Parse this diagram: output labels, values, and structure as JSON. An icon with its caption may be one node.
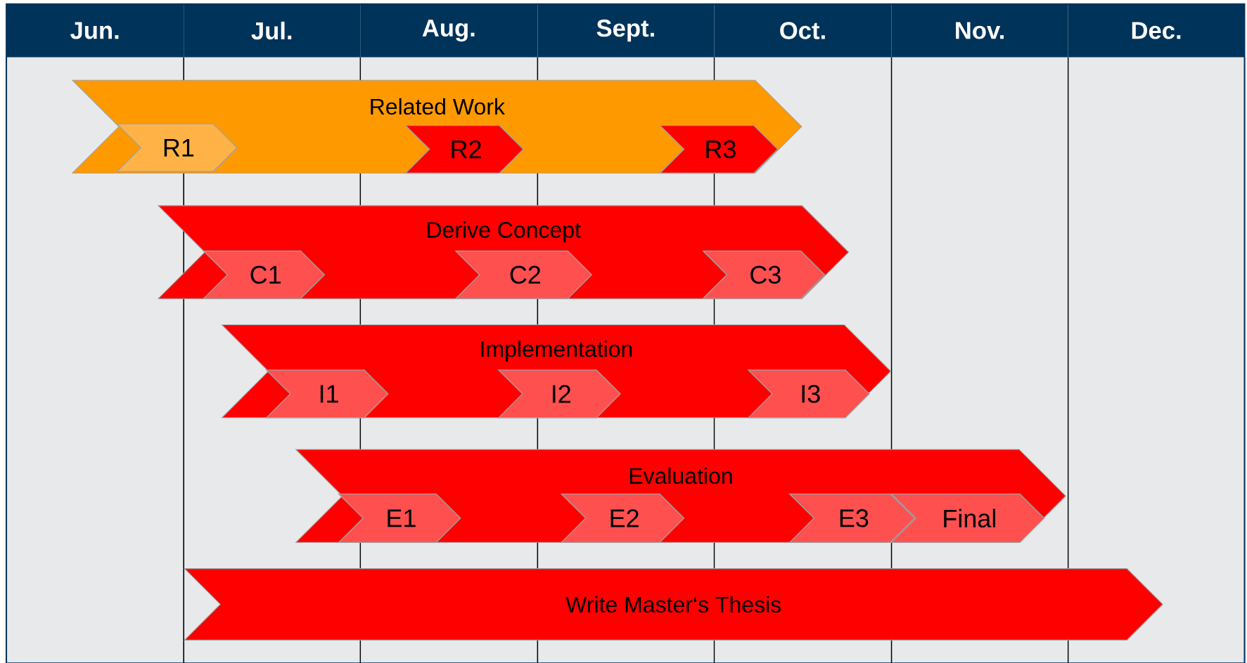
{
  "diagram": {
    "nodes": [
      {
        "text": [
          "Jun."
        ]
      },
      {
        "text": [
          "Jul."
        ]
      },
      {
        "text": [
          "Aug."
        ]
      },
      {
        "text": [
          "Sept."
        ]
      },
      {
        "text": [
          "Oct."
        ]
      },
      {
        "text": [
          "Nov."
        ]
      },
      {
        "text": [
          "Dec."
        ]
      },
      {
        "text": [
          "Related Work"
        ]
      },
      {
        "text": [
          "R1"
        ],
        "in": 7
      },
      {
        "text": [
          "R2"
        ],
        "in": 7
      },
      {
        "text": [
          "R3"
        ],
        "in": 7
      },
      {
        "text": [
          "Derive Concept"
        ]
      },
      {
        "text": [
          "C1"
        ],
        "in": 11
      },
      {
        "text": [
          "C2"
        ],
        "in": 11
      },
      {
        "text": [
          "C3"
        ],
        "in": 11
      },
      {
        "text": [
          "Implementation"
        ]
      },
      {
        "text": [
          "I1"
        ],
        "in": 15
      },
      {
        "text": [
          "I2"
        ],
        "in": 15
      },
      {
        "text": [
          "I3"
        ],
        "in": 15
      },
      {
        "text": [
          "Evaluation"
        ]
      },
      {
        "text": [
          "E1"
        ],
        "in": 19
      },
      {
        "text": [
          "E2"
        ],
        "in": 19
      },
      {
        "text": [
          "E3"
        ],
        "in": 19
      },
      {
        "text": [
          "Final"
        ],
        "in": 19
      },
      {
        "text": [
          "Write Master‘s Thesis"
        ]
      }
    ]
  }
}
